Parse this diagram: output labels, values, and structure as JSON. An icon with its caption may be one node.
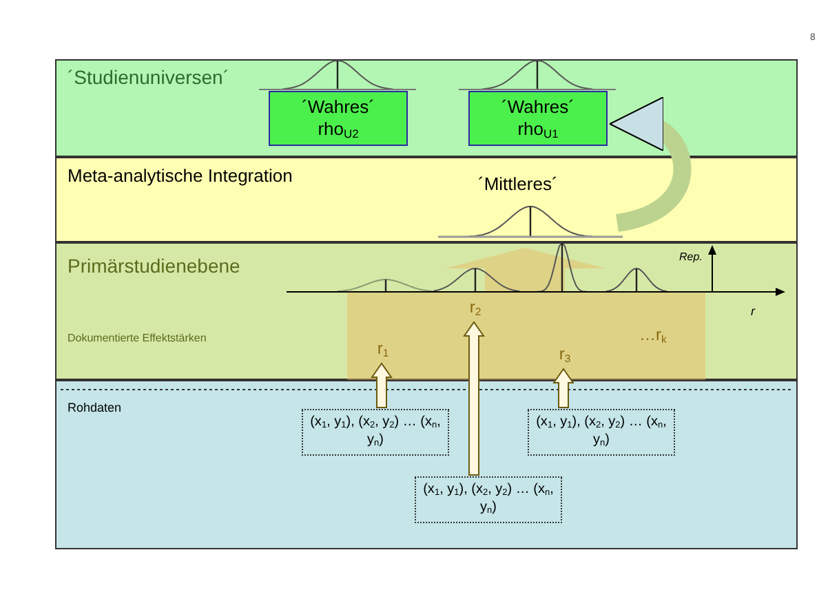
{
  "diagram": {
    "nodes": [
      {
        "text": [
          "´Studienuniversen´"
        ]
      },
      {
        "text": [
          "´Wahres´ rho$_{U2}$"
        ],
        "in": 0
      },
      {
        "text": [
          "´Wahres´ rho$_{U1}$"
        ],
        "in": 0
      },
      {
        "text": [
          "Meta-analytische Integration"
        ]
      },
      {
        "text": [
          "´Mittleres´"
        ],
        "in": 3
      },
      {
        "text": [
          "Primärstudienebene",
          "Dokumentierte Effektstärken"
        ]
      },
      {
        "text": [
          "r$_{1}$"
        ],
        "in": 5
      },
      {
        "text": [
          "r$_{2}$"
        ],
        "in": 5
      },
      {
        "text": [
          "r$_{3}$"
        ],
        "in": 5
      },
      {
        "text": [
          "…r$_{k}$"
        ],
        "in": 5
      },
      {
        "text": [
          "Rohdaten"
        ]
      },
      {
        "text": [
          "(x$_{1}$, y$_{1}$), (x$_{2}$, y$_{2}$) … (x$_{n}$, y$_{n}$)"
        ],
        "in": 10
      },
      {
        "text": [
          "(x$_{1}$, y$_{1}$), (x$_{2}$, y$_{2}$) … (x$_{n}$, y$_{n}$)"
        ],
        "in": 10
      },
      {
        "text": [
          "(x$_{1}$, y$_{1}$), (x$_{2}$, y$_{2}$) … (x$_{n}$, y$_{n}$)"
        ],
        "in": 10
      }
    ],
    "edges": [
      {
        "from": 4,
        "to": 2,
        "arrow": "to"
      },
      {
        "from": 11,
        "to": 6,
        "arrow": "to"
      },
      {
        "from": 13,
        "to": 7,
        "arrow": "to"
      },
      {
        "from": 12,
        "to": 8,
        "arrow": "to"
      }
    ],
    "labels": [
      "8",
      "Rep.",
      "r"
    ]
  }
}
